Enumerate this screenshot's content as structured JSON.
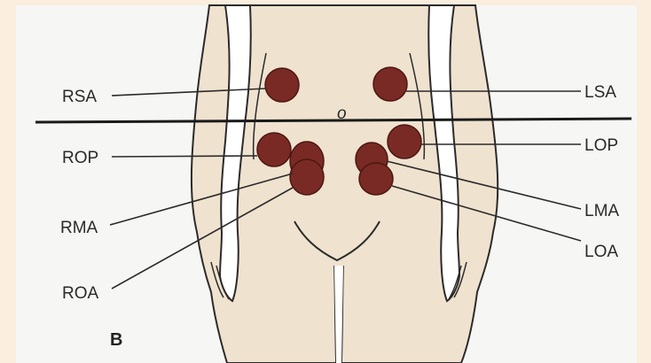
{
  "diagram": {
    "panel_label": "B",
    "navel_mark": "o",
    "colors": {
      "page_background": "#fbeede",
      "figure_panel": "#f6f6f4",
      "body_fill": "#efe2cf",
      "outline": "#2b2b2b",
      "spot_fill": "#7a2a24",
      "spot_edge": "#4d1712"
    },
    "labels": {
      "rsa": "RSA",
      "rop": "ROP",
      "rma": "RMA",
      "roa": "ROA",
      "lsa": "LSA",
      "lop": "LOP",
      "lma": "LMA",
      "loa": "LOA"
    }
  }
}
